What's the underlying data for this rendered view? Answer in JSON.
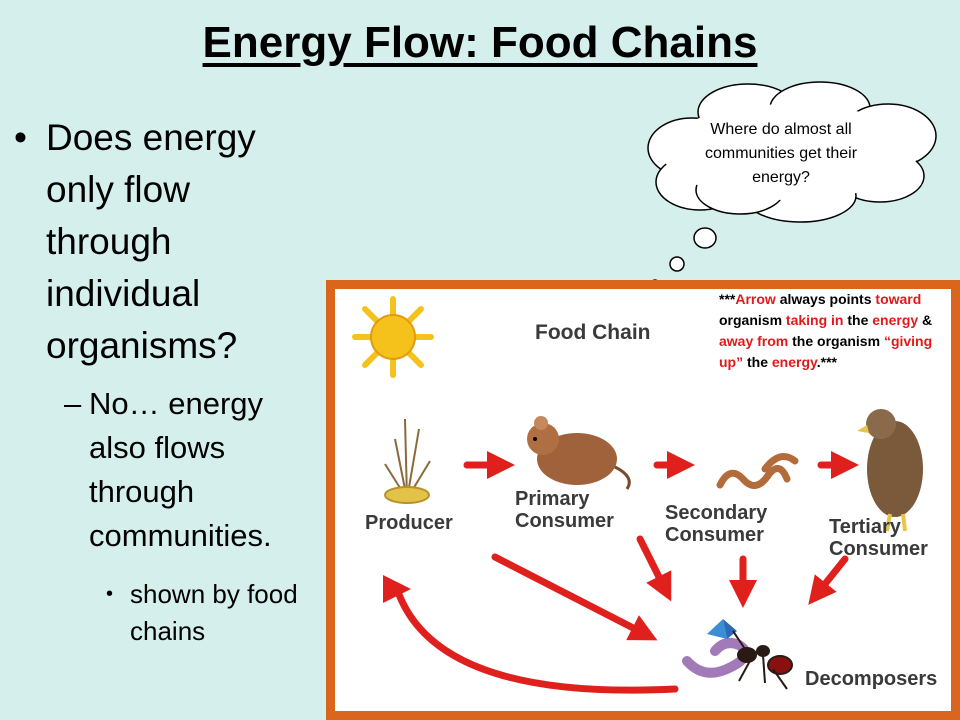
{
  "slide": {
    "title": "Energy Flow: Food Chains",
    "bullet_main": "Does energy only flow through individual organisms?",
    "sub_bullet": "No… energy also flows through communities.",
    "sub_sub_bullet": "shown by food chains",
    "bullet_glyph": "•",
    "dash_glyph": "–"
  },
  "thought_cloud": {
    "text": "Where do almost all communities get their energy?"
  },
  "diagram": {
    "heading": "Food Chain",
    "labels": {
      "producer": "Producer",
      "primary_1": "Primary",
      "primary_2": "Consumer",
      "secondary_1": "Secondary",
      "secondary_2": "Consumer",
      "tertiary_1": "Tertiary",
      "tertiary_2": "Consumer",
      "decomposers": "Decomposers"
    },
    "note": {
      "p1": "***",
      "p2": "Arrow",
      "p3": " always points ",
      "p4": "toward",
      "p5": " organism ",
      "p6": "taking in",
      "p7": " the ",
      "p8": "energy",
      "p9": " & ",
      "p10": "away from",
      "p11": " the organism ",
      "p12": "“giving up”",
      "p13": " the ",
      "p14": "energy",
      "p15": ".***"
    },
    "colors": {
      "arrow": "#e0201c",
      "border": "#d9661c",
      "sun": "#f5c21b"
    }
  }
}
